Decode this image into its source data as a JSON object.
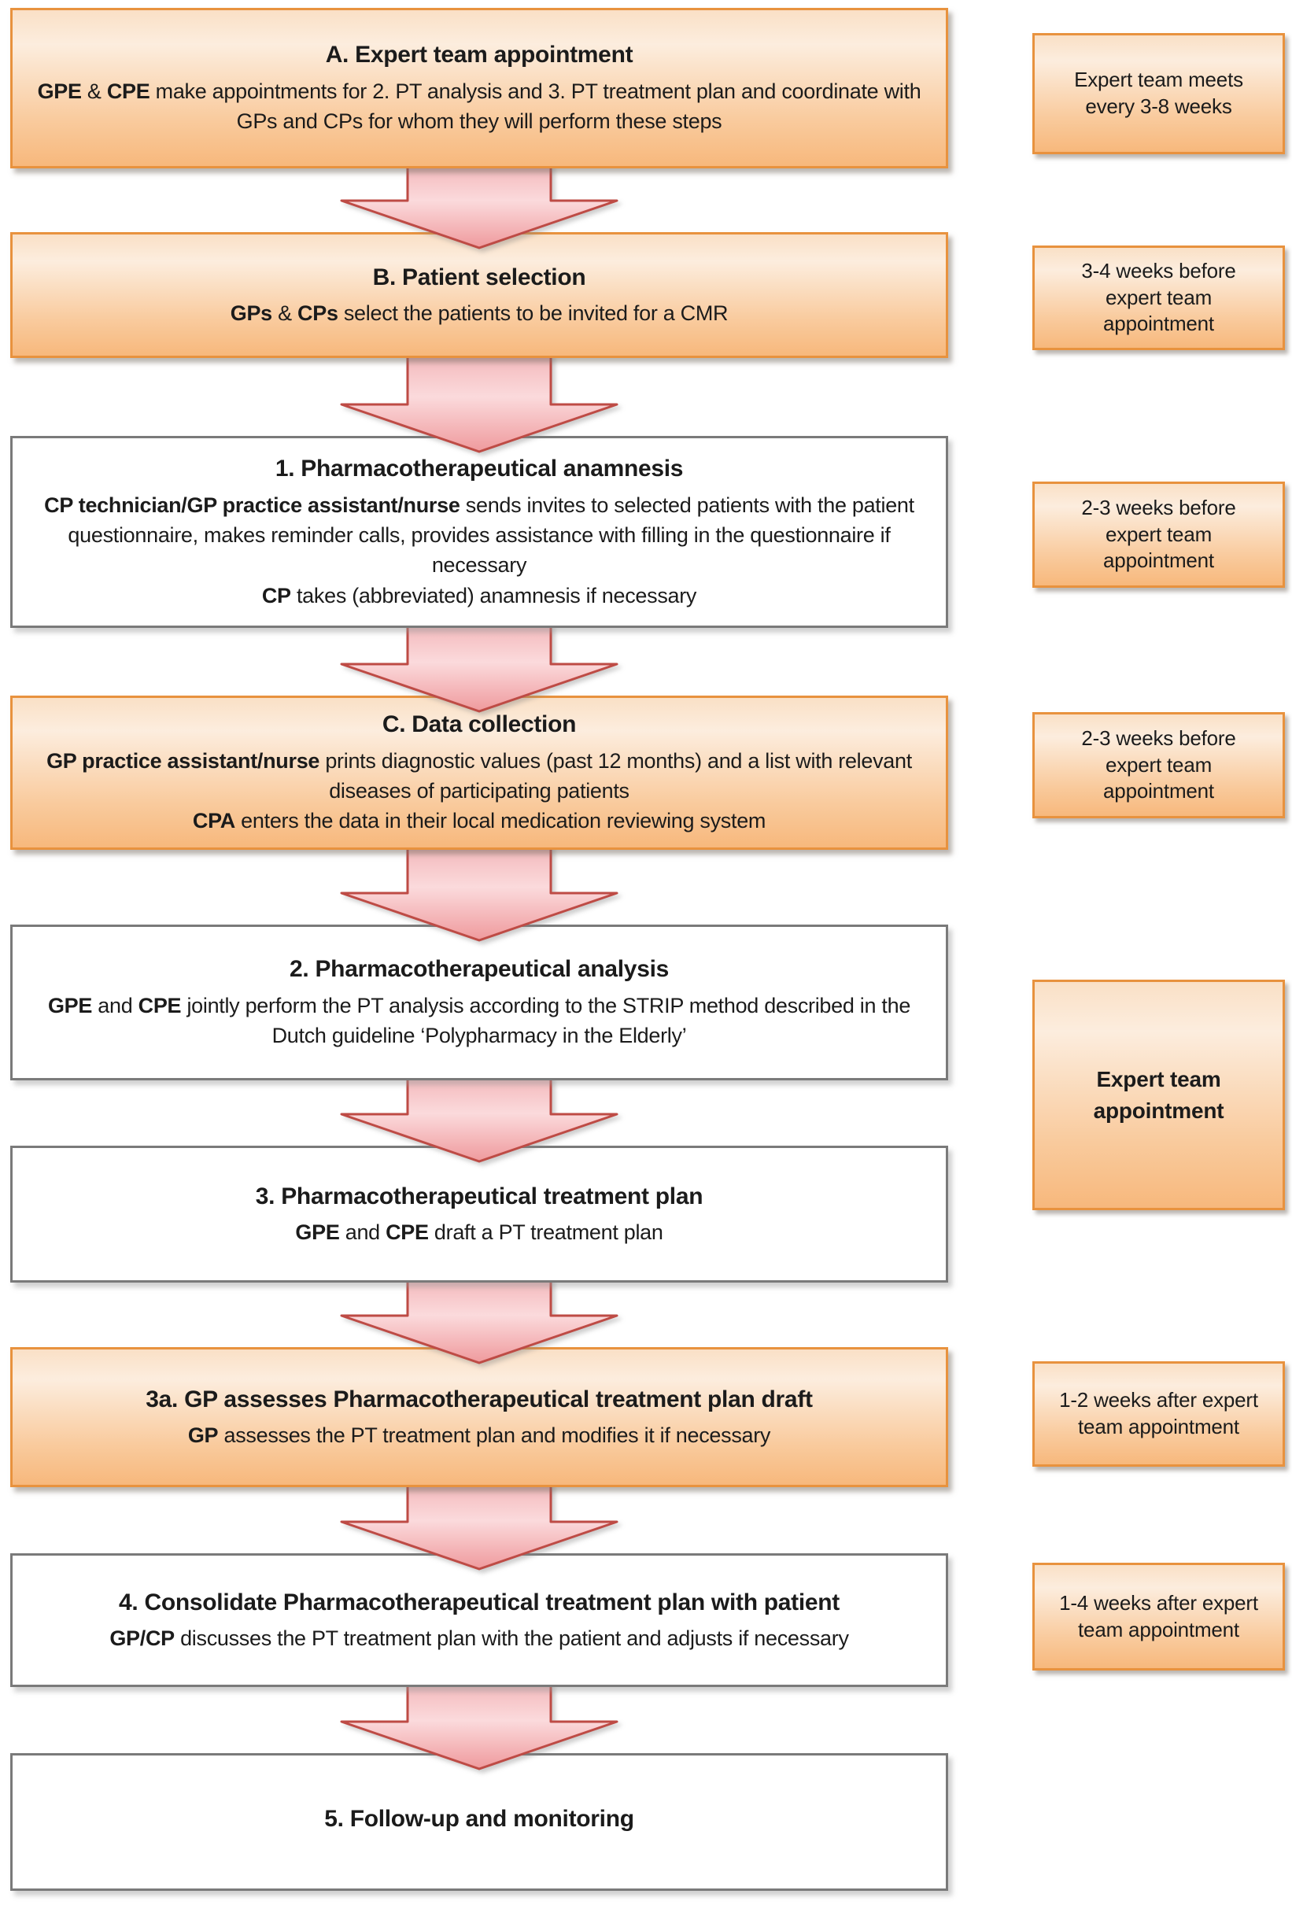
{
  "flow": {
    "steps": [
      {
        "id": "A",
        "variant": "orange",
        "title": "A. Expert team appointment",
        "body": [
          {
            "t": "GPE",
            "b": true
          },
          {
            "t": " & "
          },
          {
            "t": "CPE",
            "b": true
          },
          {
            "t": " make appointments for 2. PT analysis and 3. PT treatment plan and coordinate with GPs and CPs for whom they will perform these steps"
          }
        ]
      },
      {
        "id": "B",
        "variant": "orange",
        "title": "B. Patient selection",
        "body": [
          {
            "t": "GPs",
            "b": true
          },
          {
            "t": " & "
          },
          {
            "t": "CPs",
            "b": true
          },
          {
            "t": " select the patients to be invited for a CMR"
          }
        ]
      },
      {
        "id": "1",
        "variant": "white",
        "title": "1. Pharmacotherapeutical anamnesis",
        "body": [
          {
            "t": "CP technician/GP practice assistant/nurse",
            "b": true
          },
          {
            "t": " sends invites to selected patients with the patient questionnaire, makes reminder calls, provides assistance with filling in the questionnaire if necessary"
          }
        ],
        "body2": [
          {
            "t": "CP",
            "b": true
          },
          {
            "t": " takes (abbreviated) anamnesis if necessary"
          }
        ]
      },
      {
        "id": "C",
        "variant": "orange",
        "title": "C. Data collection",
        "body": [
          {
            "t": "GP practice assistant/nurse",
            "b": true
          },
          {
            "t": " prints diagnostic values (past 12 months) and a list with relevant diseases of participating patients"
          }
        ],
        "body2": [
          {
            "t": "CPA",
            "b": true
          },
          {
            "t": " enters the data in their local medication reviewing system"
          }
        ]
      },
      {
        "id": "2",
        "variant": "white",
        "title": "2. Pharmacotherapeutical analysis",
        "body": [
          {
            "t": "GPE",
            "b": true
          },
          {
            "t": " and "
          },
          {
            "t": "CPE",
            "b": true
          },
          {
            "t": " jointly perform the PT analysis according to the STRIP method described in the Dutch guideline ‘Polypharmacy in the Elderly’"
          }
        ]
      },
      {
        "id": "3",
        "variant": "white",
        "title": "3. Pharmacotherapeutical treatment plan",
        "body": [
          {
            "t": "GPE",
            "b": true
          },
          {
            "t": " and "
          },
          {
            "t": "CPE",
            "b": true
          },
          {
            "t": " draft a PT treatment plan"
          }
        ]
      },
      {
        "id": "3a",
        "variant": "orange",
        "title": "3a. GP assesses Pharmacotherapeutical treatment plan draft",
        "body": [
          {
            "t": "GP",
            "b": true
          },
          {
            "t": " assesses the PT treatment plan and modifies it if necessary"
          }
        ]
      },
      {
        "id": "4",
        "variant": "white",
        "title": "4. Consolidate Pharmacotherapeutical treatment plan with patient",
        "body": [
          {
            "t": "GP/CP",
            "b": true
          },
          {
            "t": " discusses the PT treatment plan with the patient and adjusts if necessary"
          }
        ]
      },
      {
        "id": "5",
        "variant": "white",
        "title": "5. Follow-up and monitoring"
      }
    ],
    "timeline_notes": [
      {
        "bold": false,
        "lines": [
          "Expert team meets",
          "every 3-8 weeks"
        ]
      },
      {
        "bold": false,
        "lines": [
          "3-4 weeks before",
          "expert team",
          "appointment"
        ]
      },
      {
        "bold": false,
        "lines": [
          "2-3 weeks before",
          "expert team",
          "appointment"
        ]
      },
      {
        "bold": false,
        "lines": [
          "2-3 weeks before",
          "expert team",
          "appointment"
        ]
      },
      {
        "bold": true,
        "lines": [
          "Expert team",
          "appointment"
        ]
      },
      {
        "bold": false,
        "lines": [
          "1-2 weeks after expert",
          "team appointment"
        ]
      },
      {
        "bold": false,
        "lines": [
          "1-4 weeks after expert",
          "team appointment"
        ]
      }
    ],
    "colors": {
      "orange_border": "#E8923E",
      "orange_fill_top": "#FAE0C6",
      "orange_fill_bottom": "#F7B87C",
      "white_border": "#7A7A7A",
      "arrow_border": "#BE4B45",
      "arrow_fill_light": "#FBDADC",
      "arrow_fill_dark": "#EF9A9D",
      "text": "#1B1B1B"
    }
  }
}
